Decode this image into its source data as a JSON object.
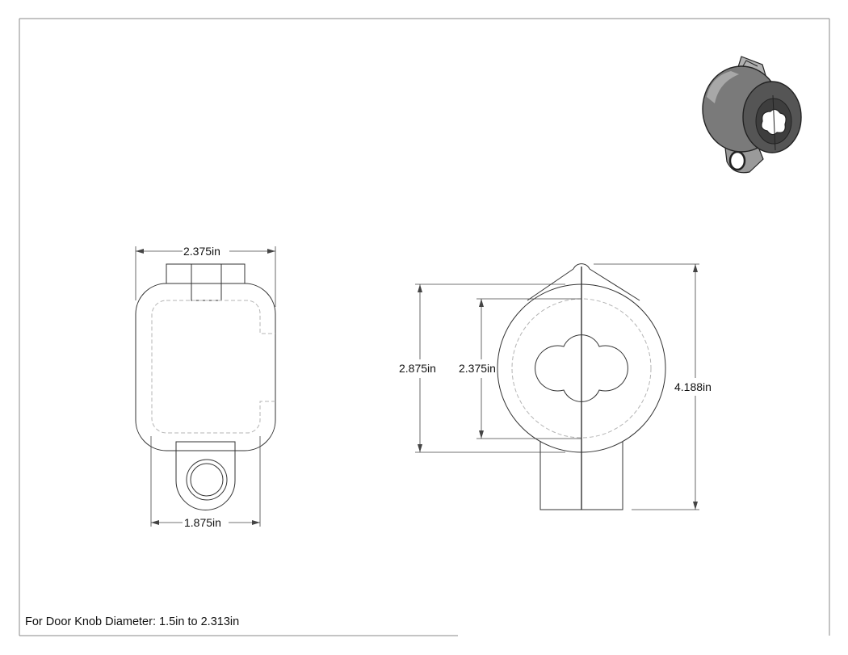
{
  "dimensions": {
    "front_top_width": "2.375in",
    "front_bottom_width": "1.875in",
    "side_outer_height": "2.875in",
    "side_inner_height": "2.375in",
    "side_total_height": "4.188in"
  },
  "note": "For Door Knob Diameter: 1.5in to 2.313in",
  "colors": {
    "line": "#333333",
    "hidden_line": "#b4b4b4",
    "iso_body": "#7a7a7a"
  }
}
